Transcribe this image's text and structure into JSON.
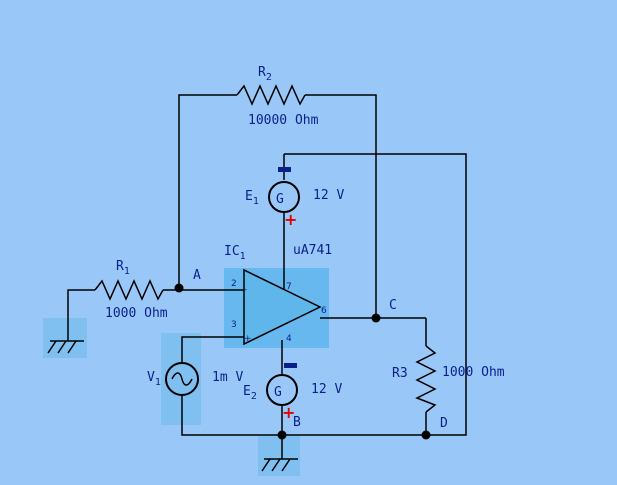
{
  "components": {
    "r2": {
      "name": "R",
      "sub": "2",
      "value": "10000 Ohm"
    },
    "r1": {
      "name": "R",
      "sub": "1",
      "value": "1000 Ohm"
    },
    "r3": {
      "name": "R3",
      "value": "1000 Ohm"
    },
    "e1": {
      "name": "E",
      "sub": "1",
      "symbol": "G",
      "value": "12 V",
      "minus": "−",
      "plus": "+"
    },
    "e2": {
      "name": "E",
      "sub": "2",
      "symbol": "G",
      "value": "12 V",
      "minus": "−",
      "plus": "+"
    },
    "v1": {
      "name": "V",
      "sub": "1",
      "value": "1m V"
    },
    "ic1": {
      "name": "IC",
      "sub": "1",
      "part": "uA741",
      "inv": "-",
      "noninv": "+"
    }
  },
  "pins": {
    "p2": "2",
    "p3": "3",
    "p4": "4",
    "p6": "6",
    "p7": "7"
  },
  "nodes": {
    "a": "A",
    "b": "B",
    "c": "C",
    "d": "D"
  },
  "colors": {
    "background": "#99c8f8",
    "highlight": "#66b8ee",
    "label": "#0b1f8c",
    "wire": "#000000",
    "polarity_plus": "#e00000",
    "polarity_minus": "#0b1f8c"
  }
}
